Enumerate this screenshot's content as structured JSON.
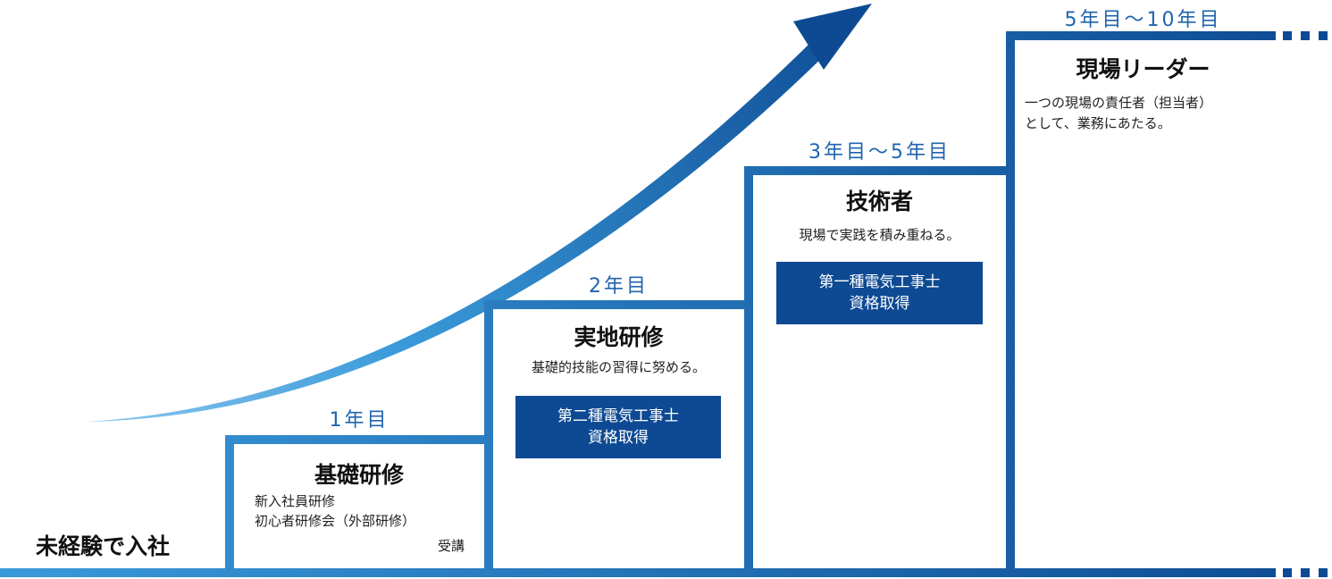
{
  "start_label": "未経験で入社",
  "steps": [
    {
      "year": "1年目",
      "title": "基礎研修",
      "lines": [
        "新入社員研修",
        "初心者研修会（外部研修）",
        "受講"
      ]
    },
    {
      "year": "2年目",
      "title": "実地研修",
      "description": "基礎的技能の習得に努める。",
      "badge": [
        "第二種電気工事士",
        "資格取得"
      ]
    },
    {
      "year": "3年目〜5年目",
      "title": "技術者",
      "description": "現場で実践を積み重ねる。",
      "badge": [
        "第一種電気工事士",
        "資格取得"
      ]
    },
    {
      "year": "5年目〜10年目",
      "title": "現場リーダー",
      "lines": [
        "一つの現場の責任者（担当者）",
        "として、業務にあたる。"
      ]
    }
  ],
  "colors": {
    "accent_light": "#3a9ad9",
    "accent_dark": "#0d4a93",
    "badge": "#0d4a93",
    "year_text": "#1f64ae"
  }
}
